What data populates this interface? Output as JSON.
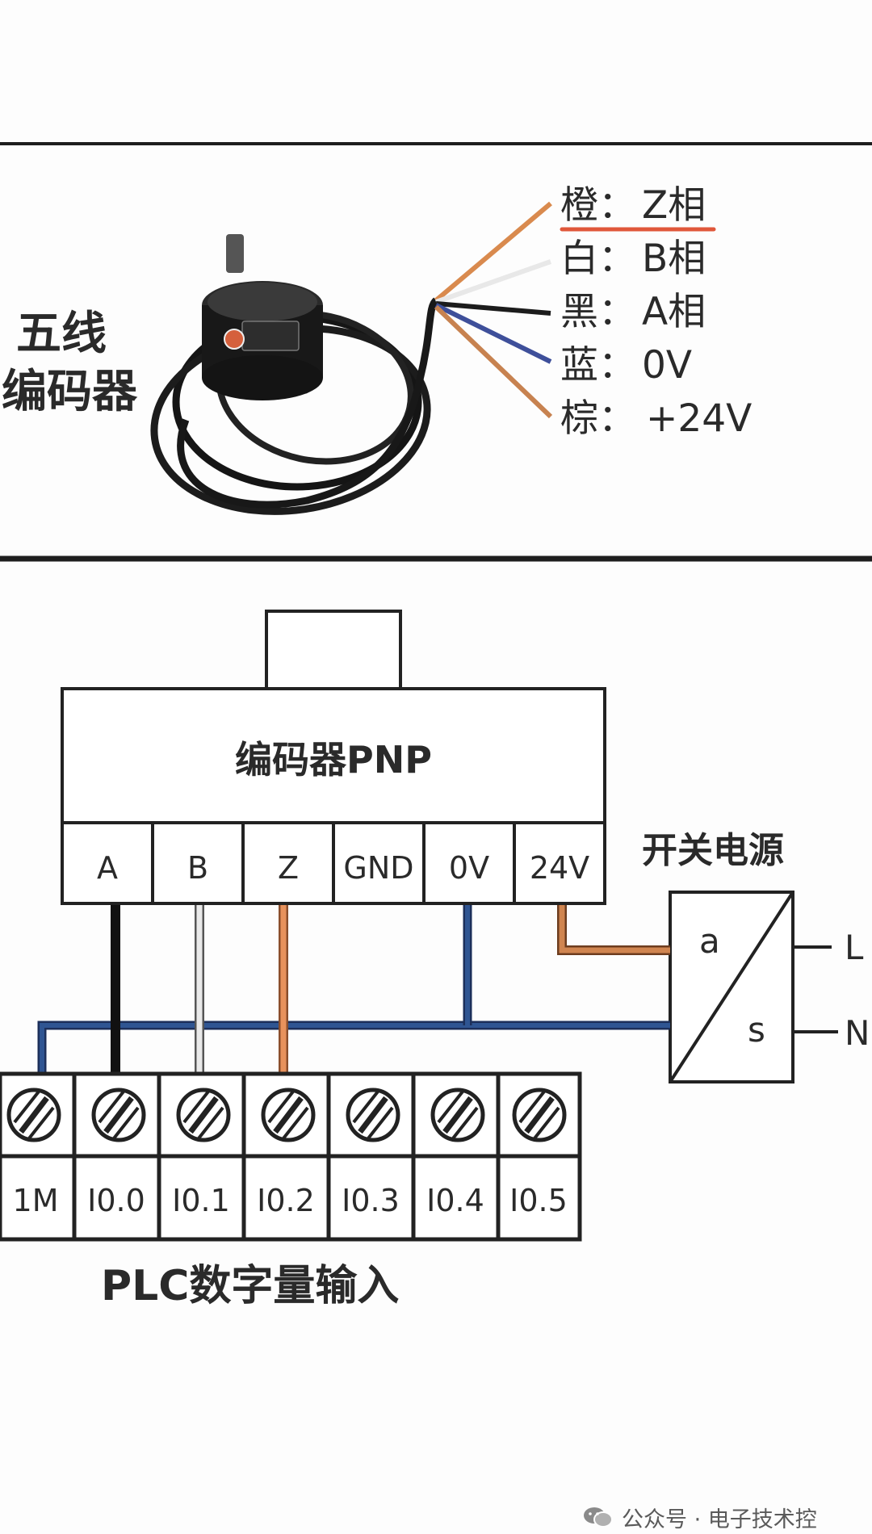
{
  "encoder_photo_section": {
    "title_line1": "五线",
    "title_line2": "编码器",
    "wire_legend": [
      {
        "color_name": "橙：",
        "signal": "Z相",
        "wire_color": "#d98a4e"
      },
      {
        "color_name": "白：",
        "signal": "B相",
        "wire_color": "#e8e8e8"
      },
      {
        "color_name": "黑：",
        "signal": "A相",
        "wire_color": "#1c1c1c"
      },
      {
        "color_name": "蓝：",
        "signal": "0V",
        "wire_color": "#3e4f9a"
      },
      {
        "color_name": "棕：",
        "signal": "+24V",
        "wire_color": "#c78250"
      }
    ],
    "highlight_color": "#e0573a"
  },
  "wiring_diagram": {
    "encoder_label": "编码器PNP",
    "encoder_terminals": [
      "A",
      "B",
      "Z",
      "GND",
      "0V",
      "24V"
    ],
    "power_supply_label": "开关电源",
    "power_supply_terminals": [
      "a",
      "s"
    ],
    "mains_labels": [
      "L",
      "N"
    ],
    "plc_terminals": [
      "1M",
      "I0.0",
      "I0.1",
      "I0.2",
      "I0.3",
      "I0.4",
      "I0.5"
    ],
    "plc_label": "PLC数字量输入",
    "wire_colors": {
      "A": "#1a1a1a",
      "B": "#e0e0e0",
      "Z": "#e08a56",
      "blue": "#2c4f8a",
      "brown": "#c77a45"
    }
  },
  "watermark": {
    "text": "公众号 · 电子技术控"
  }
}
